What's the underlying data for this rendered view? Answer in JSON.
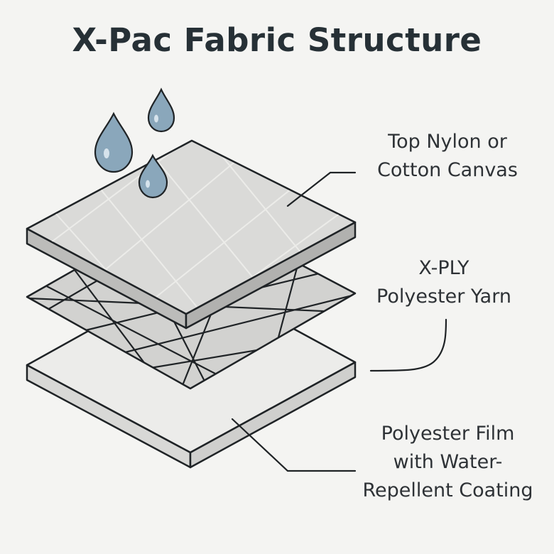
{
  "title": "X-Pac Fabric Structure",
  "layers": {
    "top": {
      "lines": [
        "Top Nylon or",
        "Cotton Canvas"
      ]
    },
    "middle": {
      "lines": [
        "X-PLY",
        "Polyester Yarn"
      ]
    },
    "bottom": {
      "lines": [
        "Polyester Film",
        "with Water-",
        "Repellent Coating"
      ]
    }
  },
  "colors": {
    "background": "#f4f4f2",
    "outline": "#1f2326",
    "top_fabric": "#d9d9d7",
    "top_edge": "#bdbdbb",
    "grid_fabric": "#d4d4d2",
    "film": "#ebebe9",
    "film_edge": "#d6d6d4",
    "droplet": "#7f9fb6"
  }
}
